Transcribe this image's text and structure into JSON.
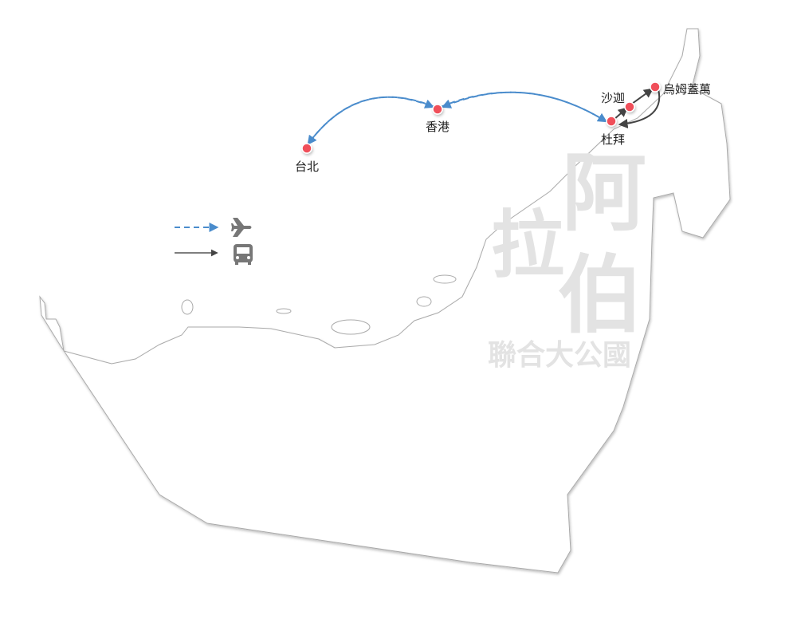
{
  "watermark": {
    "c1": "阿",
    "c2": "拉",
    "c3": "伯",
    "sub": "聯合大公國"
  },
  "cities": [
    {
      "name": "台北"
    },
    {
      "name": "香港"
    },
    {
      "name": "杜拜"
    },
    {
      "name": "沙迦"
    },
    {
      "name": "烏姆蓋萬"
    }
  ],
  "legend": [
    {
      "icon": "airplane-icon",
      "type": "flight"
    },
    {
      "icon": "bus-icon",
      "type": "bus"
    }
  ],
  "colors": {
    "flight": "#4a8ccc",
    "bus": "#444444",
    "city": "#f0505a",
    "outline": "#b0b0b0"
  }
}
